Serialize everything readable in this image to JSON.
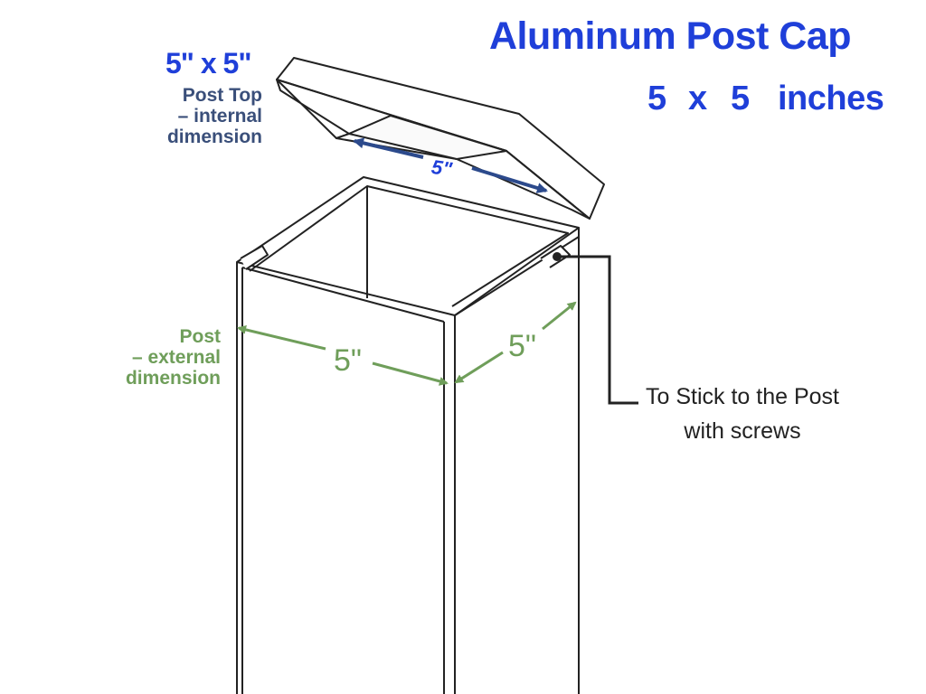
{
  "title": "Aluminum  Post Cap",
  "size_line": {
    "w": "5",
    "x": "x",
    "h": "5",
    "unit": "inches"
  },
  "cap": {
    "dimension": "5\" x 5\"",
    "description": [
      "Post Top",
      "– internal",
      "dimension"
    ],
    "arrow_label": "5\""
  },
  "post": {
    "description": [
      "Post",
      "– external",
      "dimension"
    ],
    "front_width": "5\"",
    "side_width": "5\""
  },
  "callout": [
    "To Stick to the Post",
    "with screws"
  ],
  "colors": {
    "title_blue": "#1f3fd9",
    "cap_text": "#3a4f7a",
    "post_green": "#6f9e5a",
    "arrow_navy": "#2c4a8c",
    "outline": "#222222"
  }
}
